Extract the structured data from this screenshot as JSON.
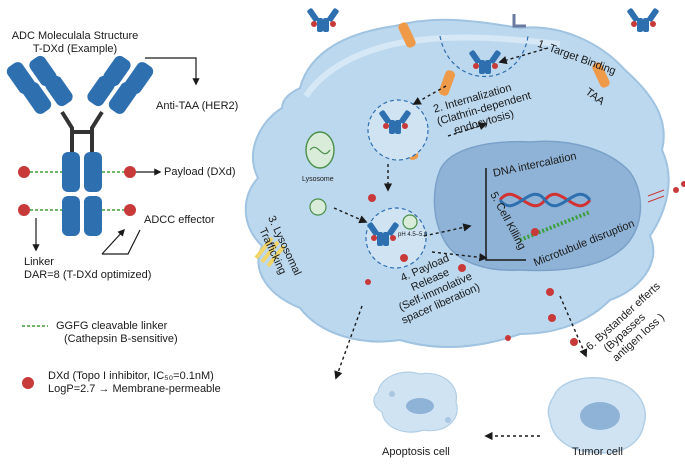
{
  "colors": {
    "antibody": "#2e6fb0",
    "payload": "#c83a3a",
    "linker": "#3aa03a",
    "cell": "#bcd8ee",
    "nucleus": "#8fb3d6",
    "receptor": "#ef9a48"
  },
  "left_panel": {
    "title_line1": "ADC Moleculala Structure",
    "title_line2": "T-DXd (Example)",
    "anti_taa": "Anti-TAA (HER2)",
    "payload": "Payload  (DXd)",
    "adcc": "ADCC effector",
    "linker_line1": "Linker",
    "linker_line2": "DAR=8 (T-DXd optimized)"
  },
  "legend": {
    "ggfg_line1": "GGFG cleavable linker",
    "ggfg_line2": "(Cathepsin B-sensitive)",
    "dxd_line1": "DXd (Topo I inhibitor, IC₅₀=0.1nM)",
    "dxd_line2": "LogP=2.7 → Membrane-permeable"
  },
  "steps": {
    "step1": "1. Target Binding",
    "taa": "TAA",
    "step2_line1": "2. Internalization",
    "step2_line2": "(Clathrin-dependent",
    "step2_line3": "endocytosis)",
    "lysosome": "Lysosome",
    "step3_line1": "3. Lysosomal",
    "step3_line2": "Trafficking",
    "ph": "pH  4.5–5.0",
    "step4_line1": "4. Payload",
    "step4_line2": "Release",
    "step4_line3": "(Self-immolative",
    "step4_line4": "spacer liberation)",
    "step5": "5. Cell Killing",
    "dna": "DNA intercalation",
    "microtubule": "Microtubule disruption",
    "step6_line1": "6. Bystander efferts",
    "step6_line2": "(Bypasses",
    "step6_line3": "antigen loss )"
  },
  "outcomes": {
    "apoptosis": "Apoptosis cell",
    "tumor": "Tumor cell"
  }
}
